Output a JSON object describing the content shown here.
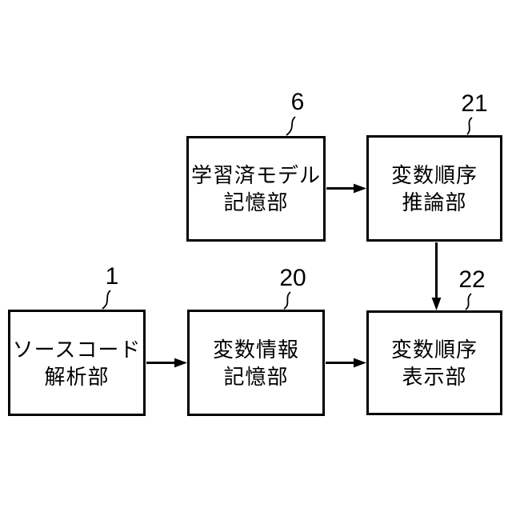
{
  "figure": {
    "type": "block-diagram",
    "colors": {
      "background": "#ffffff",
      "line": "#000000",
      "text": "#000000"
    }
  },
  "boxes": [
    {
      "ref": "6",
      "name": "trained-model-storage",
      "lines": [
        "学習済モデル",
        "記憶部"
      ]
    },
    {
      "ref": "21",
      "name": "variable-order-inference",
      "lines": [
        "変数順序",
        "推論部"
      ]
    },
    {
      "ref": "1",
      "name": "source-code-analysis",
      "lines": [
        "ソースコード",
        "解析部"
      ]
    },
    {
      "ref": "20",
      "name": "variable-info-storage",
      "lines": [
        "変数情報",
        "記憶部"
      ]
    },
    {
      "ref": "22",
      "name": "variable-order-display",
      "lines": [
        "変数順序",
        "表示部"
      ]
    }
  ],
  "connections": [
    {
      "from": "6",
      "to": "21",
      "type": "arrow",
      "direction": "right"
    },
    {
      "from": "21",
      "to": "22",
      "type": "arrow",
      "direction": "down"
    },
    {
      "from": "1",
      "to": "20",
      "type": "arrow",
      "direction": "right"
    },
    {
      "from": "20",
      "to": "22",
      "type": "arrow",
      "direction": "right"
    }
  ]
}
